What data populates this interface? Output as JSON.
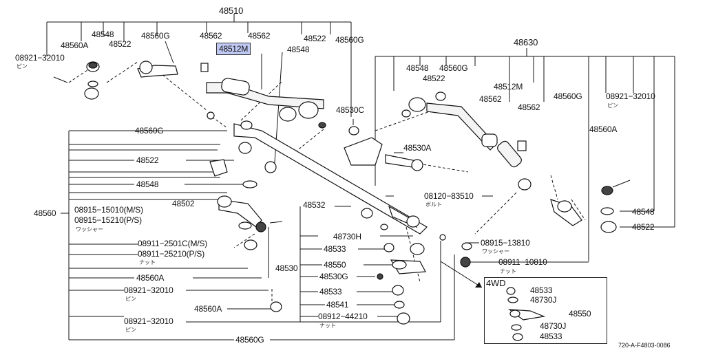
{
  "title_part": "48510",
  "highlight": "48512M",
  "right_group": "48630",
  "side_group": "48560",
  "inset_title": "4WD",
  "diagram_code": "720-A-F4803-0086",
  "labels_left_top": {
    "a": "48548",
    "b": "48560A",
    "c": "48522",
    "d": "48560G",
    "e": "48562",
    "f": "48562",
    "g": "48522",
    "h": "48548",
    "i": "48560G",
    "pin": "08921−32010",
    "pin_sub": "ピン"
  },
  "labels_right_top": {
    "a": "48548",
    "b": "48560G",
    "c": "48522",
    "d": "48512M",
    "e": "48562",
    "f": "48562",
    "g": "48560G",
    "pin": "08921−32010",
    "pin_sub": "ピン",
    "h": "48560A",
    "i": "48548",
    "j": "48522"
  },
  "labels_left_col": {
    "a": "48560G",
    "b": "48522",
    "c": "48548",
    "washer1": "08915−15010(M/S)",
    "washer2": "08915−15210(P/S)",
    "washer_sub": "ワッシャー",
    "arm": "48502",
    "nut1": "08911−2501C(M/S)",
    "nut2": "08911−25210(P/S)",
    "nut_sub": "ナット",
    "d": "48560A",
    "pin": "08921−32010",
    "pin_sub": "ピン",
    "e": "48560A",
    "pin2": "08921−32010",
    "pin2_sub": "ピン",
    "bottom": "48560G"
  },
  "labels_mid": {
    "a": "48530C",
    "b": "48530A",
    "bolt": "08120−83510",
    "bolt_sub": "ボルト",
    "c": "48532",
    "d": "48730H",
    "e": "48533",
    "f": "48550",
    "g": "48530G",
    "h": "48533",
    "i": "48541",
    "nut": "08912−44210",
    "nut_sub": "ナット",
    "group": "48530"
  },
  "labels_right_mid": {
    "washer": "08915−13810",
    "washer_sub": "ワッシャー",
    "nut": "08911−10810",
    "nut_sub": "ナット"
  },
  "inset": {
    "a": "48533",
    "b": "48730J",
    "c": "48550",
    "d": "48730J",
    "e": "48533"
  }
}
